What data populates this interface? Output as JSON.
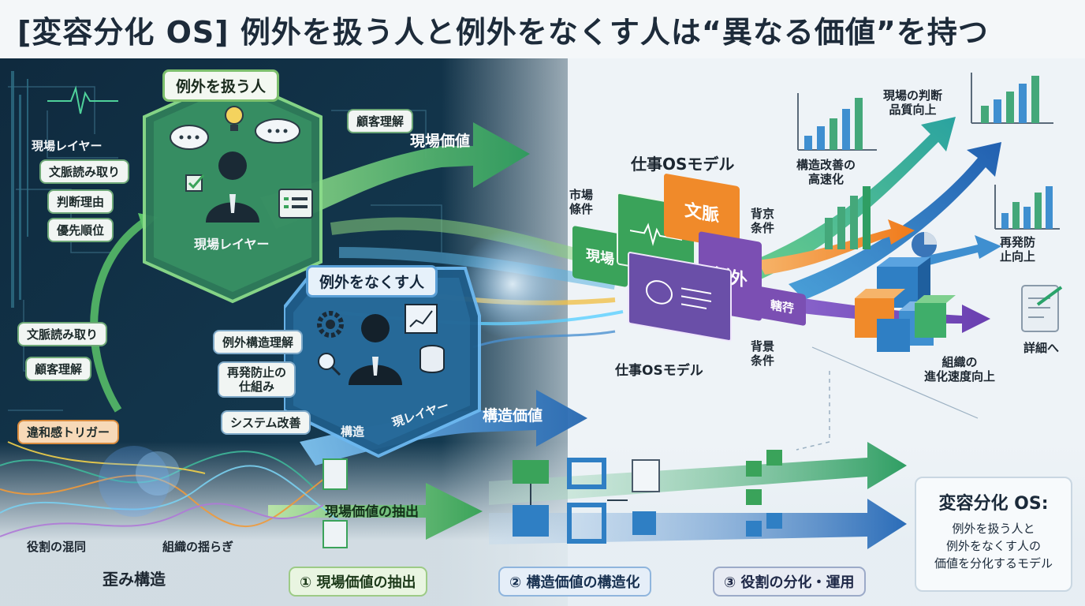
{
  "title": "[変容分化 OS] 例外を扱う人と例外をなくす人は“異なる価値”を持つ",
  "exception_handler": {
    "heading": "例外を扱う人",
    "layer_label": "現場レイヤー",
    "right_tag": "顧客理解",
    "left_group_label": "現場レイヤー",
    "left_items": [
      "文脈読み取り",
      "判断理由",
      "優先順位"
    ]
  },
  "exception_eliminator": {
    "heading": "例外をなくす人",
    "layer_label_left": "構造",
    "layer_label_right": "現レイヤー",
    "left_items": [
      "例外構造理解",
      "再発防止の\n仕組み",
      "システム改善"
    ]
  },
  "left_side": {
    "items": [
      "文脈読み取り",
      "顧客理解"
    ],
    "trigger": "違和感トリガー",
    "bottom_left": "役割の混同",
    "bottom_mid": "組織の揺らぎ",
    "distortion": "歪み構造"
  },
  "arrows": {
    "field_value": "現場価値",
    "structure_value": "構造価値",
    "extraction": "現場価値の抽出"
  },
  "os_model": {
    "title": "仕事OSモデル",
    "caption": "仕事OSモデル",
    "market": "市場\n條件",
    "cards": [
      "現場",
      "文脈",
      "例外",
      "轄荇"
    ],
    "bg_top": "背京\n条件",
    "bg_bottom": "背景\n条件"
  },
  "outcomes": {
    "judgment": "現場の判断\n品質向上",
    "speed": "構造改善の\n高速化",
    "prevention": "再発防\n止向上",
    "org": "組織の\n進化速度向上",
    "detail": "詳細へ"
  },
  "steps": [
    "① 現場価値の抽出",
    "② 構造価値の構造化",
    "③ 役割の分化・運用"
  ],
  "summary": {
    "title": "変容分化 OS:",
    "body": "例外を扱う人と\n例外をなくす人の\n価値を分化するモデル"
  },
  "colors": {
    "green": "#3fae6a",
    "blue": "#2f7fc4",
    "orange": "#f08a2a",
    "purple": "#7b4fb3",
    "dark": "#12344a"
  }
}
